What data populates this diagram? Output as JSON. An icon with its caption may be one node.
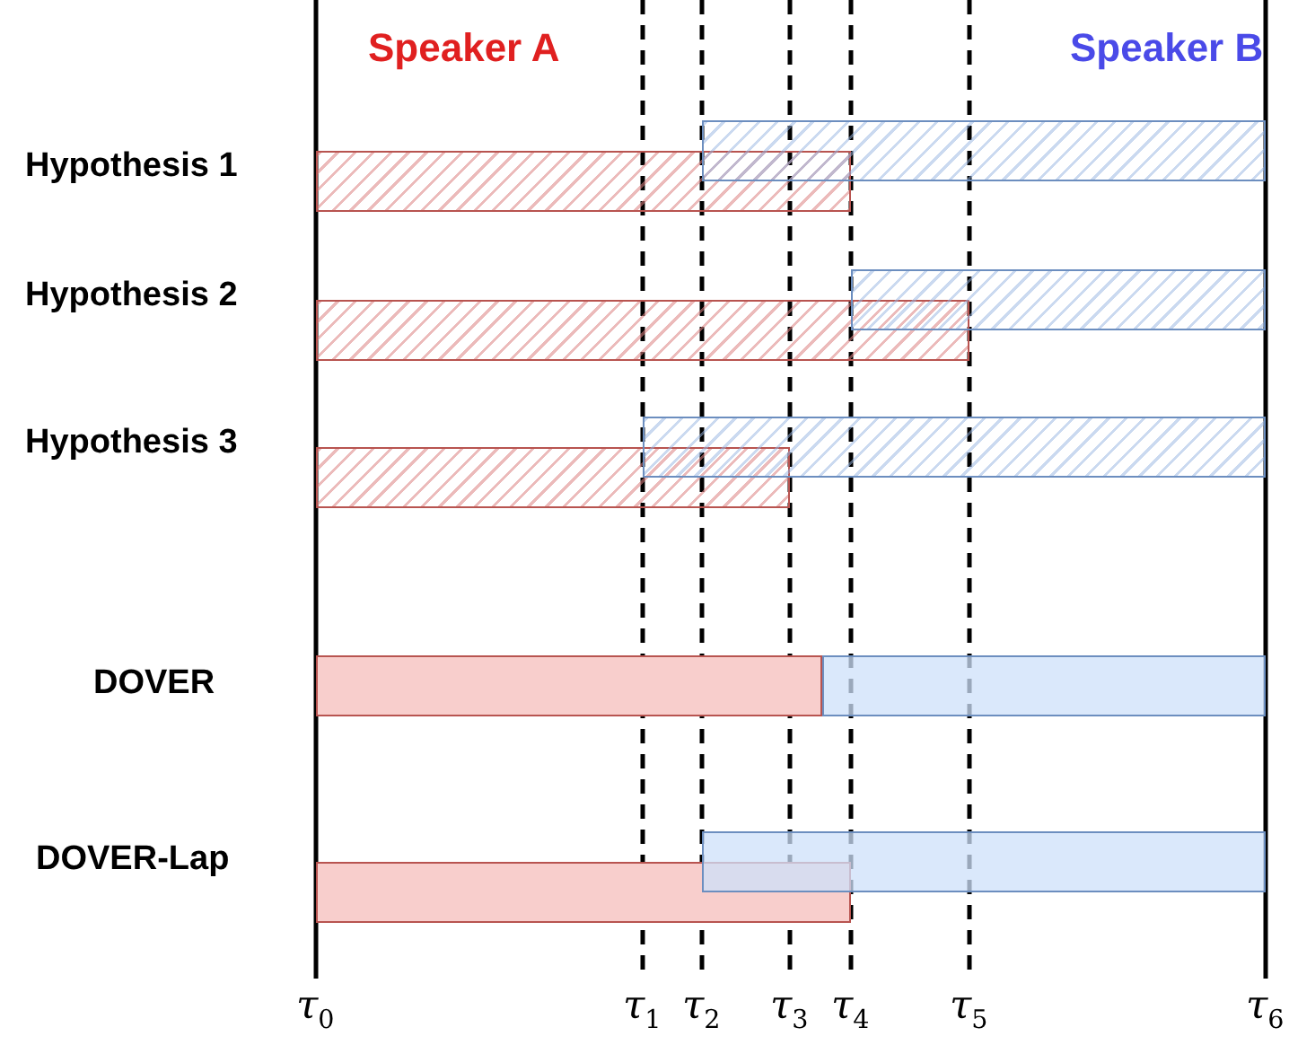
{
  "diagram": {
    "nodes": [
      {
        "text": [],
        "shape": "bar"
      },
      {
        "text": [],
        "shape": "bar"
      },
      {
        "text": [],
        "shape": "bar"
      },
      {
        "text": [],
        "shape": "bar"
      },
      {
        "text": [],
        "shape": "bar"
      },
      {
        "text": [],
        "shape": "bar"
      },
      {
        "text": [],
        "shape": "bar"
      },
      {
        "text": [],
        "shape": "bar"
      },
      {
        "text": [],
        "shape": "bar"
      },
      {
        "text": [],
        "shape": "bar"
      }
    ],
    "labels": [
      "Speaker A",
      "Speaker B",
      "Hypothesis 1",
      "Hypothesis 2",
      "Hypothesis 3",
      "DOVER",
      "DOVER-Lap",
      "τ$_{0}$",
      "τ$_{1}$",
      "τ$_{2}$",
      "τ$_{3}$",
      "τ$_{4}$",
      "τ$_{5}$",
      "τ$_{6}$"
    ]
  }
}
